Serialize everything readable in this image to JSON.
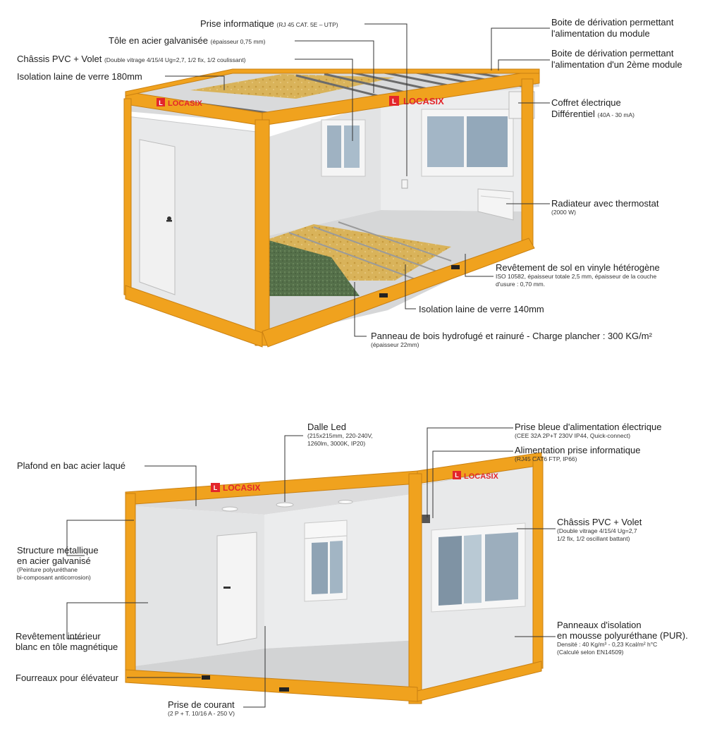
{
  "brand": {
    "name": "LOCASIX",
    "icon": "L"
  },
  "top": {
    "prise_info": {
      "title": "Prise informatique",
      "sub": "(RJ 45 CAT. 5E – UTP)"
    },
    "tole": {
      "title": "Tôle en acier galvanisée",
      "sub": "(épaisseur 0,75 mm)"
    },
    "chassis": {
      "title": "Châssis PVC + Volet",
      "sub": "(Double vitrage 4/15/4 Ug=2,7, 1/2 fix, 1/2 coulissant)"
    },
    "isolation_toit": {
      "title": "Isolation laine de verre 180mm"
    },
    "boite1": {
      "line1": "Boite de dérivation permettant",
      "line2": "l'alimentation du module"
    },
    "boite2": {
      "line1": "Boite de dérivation permettant",
      "line2": "l'alimentation d'un 2ème module"
    },
    "coffret": {
      "line1": "Coffret électrique",
      "line2": "Différentiel",
      "sub": "(40A - 30 mA)"
    },
    "radiateur": {
      "title": "Radiateur avec thermostat",
      "sub": "(2000 W)"
    },
    "revetement_sol": {
      "title": "Revêtement de sol en vinyle hétérogène",
      "sub1": "ISO 10582, épaisseur totale 2,5 mm, épaisseur de la couche",
      "sub2": "d'usure : 0,70 mm."
    },
    "isolation_sol": {
      "title": "Isolation laine de verre 140mm"
    },
    "panneau_bois": {
      "title": "Panneau de bois hydrofugé et rainuré - Charge plancher : 300 KG/m²",
      "sub": "(épaisseur 22mm)"
    }
  },
  "bottom": {
    "dalle_led": {
      "title": "Dalle Led",
      "sub1": "(215x215mm, 220-240V,",
      "sub2": "1260lm, 3000K, IP20)"
    },
    "prise_bleue": {
      "title": "Prise bleue d'alimentation électrique",
      "sub": "(CEE 32A 2P+T 230V IP44, Quick-connect)"
    },
    "alim_info": {
      "title": "Alimentation prise informatique",
      "sub": "(RJ45 CAT6 FTP, IP66)"
    },
    "plafond": {
      "title": "Plafond en bac acier laqué"
    },
    "structure": {
      "line1": "Structure métallique",
      "line2": "en acier galvanisé",
      "sub1": "(Peinture polyuréthane",
      "sub2": "bi-composant anticorrosion)"
    },
    "chassis": {
      "title": "Châssis PVC + Volet",
      "sub1": "(Double vitrage 4/15/4 Ug=2,7",
      "sub2": "1/2 fix, 1/2 oscillant battant)"
    },
    "revetement_int": {
      "line1": "Revêtement intérieur",
      "line2": "blanc en tôle magnétique"
    },
    "panneaux_isol": {
      "line1": "Panneaux d'isolation",
      "line2": "en mousse polyuréthane (PUR).",
      "sub1": "Densité : 40 Kg/m³ - 0,23 Kcal/m² h°C",
      "sub2": "(Calculé selon EN14509)"
    },
    "fourreaux": {
      "title": "Fourreaux pour élévateur"
    },
    "prise_courant": {
      "title": "Prise de courant",
      "sub": "(2 P + T. 10/16 A - 250 V)"
    }
  },
  "colors": {
    "frame": "#f0a21e",
    "frame_dark": "#c98012",
    "wall": "#e6e7e8",
    "floor": "#d4d5d6",
    "brand_red": "#e3262b",
    "insulation": "#d9b35a",
    "green_board": "#55704a"
  }
}
